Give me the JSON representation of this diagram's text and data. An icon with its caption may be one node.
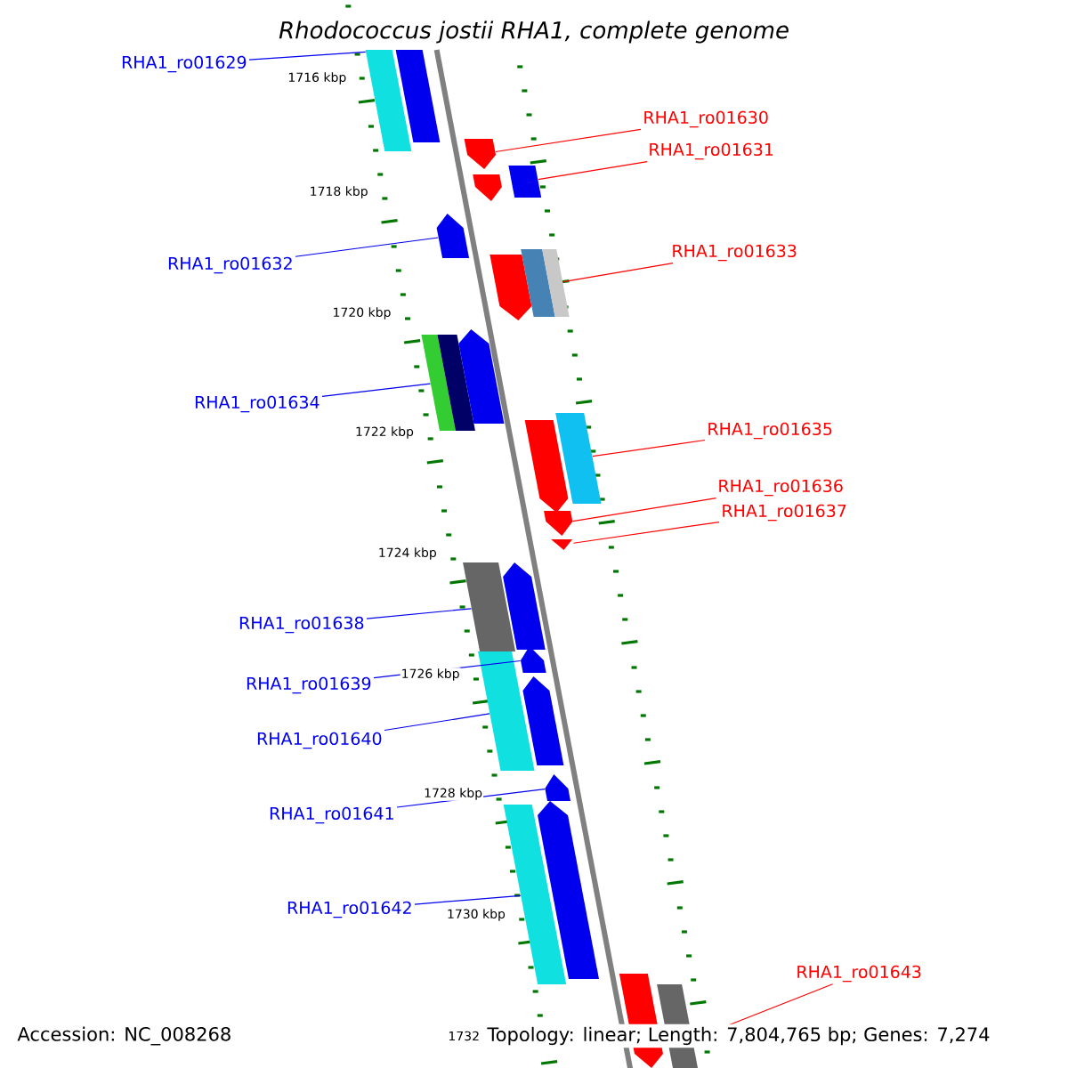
{
  "diagram": {
    "title": "Rhodococcus jostii RHA1, complete genome",
    "nodes": [
      {
        "text": [
          "RHA1_ro01629"
        ]
      },
      {
        "text": [],
        "shape": "bar"
      },
      {
        "text": [
          "RHA1_ro01630"
        ]
      },
      {
        "text": [],
        "shape": "pentagon"
      },
      {
        "text": [
          "RHA1_ro01631"
        ]
      },
      {
        "text": [],
        "shape": "bar"
      },
      {
        "text": [
          "RHA1_ro01632"
        ]
      },
      {
        "text": [],
        "shape": "pentagon"
      },
      {
        "text": [
          "RHA1_ro01633"
        ]
      },
      {
        "text": [],
        "shape": "pentagon"
      },
      {
        "text": [
          "RHA1_ro01634"
        ]
      },
      {
        "text": [],
        "shape": "bar"
      },
      {
        "text": [
          "RHA1_ro01635"
        ]
      },
      {
        "text": [],
        "shape": "bar"
      },
      {
        "text": [
          "RHA1_ro01636"
        ]
      },
      {
        "text": [],
        "shape": "pentagon"
      },
      {
        "text": [
          "RHA1_ro01637"
        ]
      },
      {
        "text": [],
        "shape": "pentagon"
      },
      {
        "text": [
          "RHA1_ro01638"
        ]
      },
      {
        "text": [],
        "shape": "bar"
      },
      {
        "text": [
          "RHA1_ro01639"
        ]
      },
      {
        "text": [],
        "shape": "pentagon"
      },
      {
        "text": [
          "RHA1_ro01640"
        ]
      },
      {
        "text": [],
        "shape": "bar"
      },
      {
        "text": [
          "RHA1_ro01641"
        ]
      },
      {
        "text": [],
        "shape": "pentagon"
      },
      {
        "text": [
          "RHA1_ro01642"
        ]
      },
      {
        "text": [],
        "shape": "bar"
      },
      {
        "text": [
          "RHA1_ro01643"
        ]
      },
      {
        "text": [],
        "shape": "pentagon"
      },
      {
        "text": [],
        "shape": "bar"
      },
      {
        "text": [],
        "shape": "pentagon"
      },
      {
        "text": [],
        "shape": "bar"
      },
      {
        "text": [],
        "shape": "bar"
      },
      {
        "text": [],
        "shape": "bar"
      },
      {
        "text": [],
        "shape": "pentagon"
      },
      {
        "text": [],
        "shape": "pentagon"
      },
      {
        "text": [],
        "shape": "pentagon"
      },
      {
        "text": [],
        "shape": "pentagon"
      },
      {
        "text": [],
        "shape": "pentagon"
      },
      {
        "text": [],
        "shape": "bar"
      }
    ],
    "edges": [
      {
        "from": 0,
        "to": 1,
        "arrow": "none"
      },
      {
        "from": 2,
        "to": 3,
        "arrow": "none",
        "color": "#ff0000"
      },
      {
        "from": 4,
        "to": 5,
        "arrow": "none",
        "color": "#ff0000"
      },
      {
        "from": 6,
        "to": 7,
        "arrow": "none"
      },
      {
        "from": 8,
        "to": 33,
        "arrow": "none",
        "color": "#ff0000"
      },
      {
        "from": 10,
        "to": 11,
        "arrow": "none"
      },
      {
        "from": 12,
        "to": 13,
        "arrow": "none",
        "color": "#ff0000"
      },
      {
        "from": 14,
        "to": 15,
        "arrow": "none",
        "color": "#ff0000"
      },
      {
        "from": 16,
        "to": 17,
        "arrow": "none",
        "color": "#ff0000"
      },
      {
        "from": 18,
        "to": 19,
        "arrow": "none"
      },
      {
        "from": 20,
        "to": 21,
        "arrow": "none"
      },
      {
        "from": 22,
        "to": 23,
        "arrow": "none"
      },
      {
        "from": 24,
        "to": 25,
        "arrow": "none"
      },
      {
        "from": 26,
        "to": 27,
        "arrow": "none"
      },
      {
        "from": 28,
        "to": 40,
        "arrow": "none",
        "color": "#ff0000"
      }
    ],
    "labels": [
      "1716 kbp",
      "1718 kbp",
      "1720 kbp",
      "1722 kbp",
      "1724 kbp",
      "1726 kbp",
      "1728 kbp",
      "1730 kbp",
      "Accession: NC_008268",
      "1732",
      "Topology: linear; Length: 7,804,765 bp; Genes: 7,274"
    ]
  }
}
